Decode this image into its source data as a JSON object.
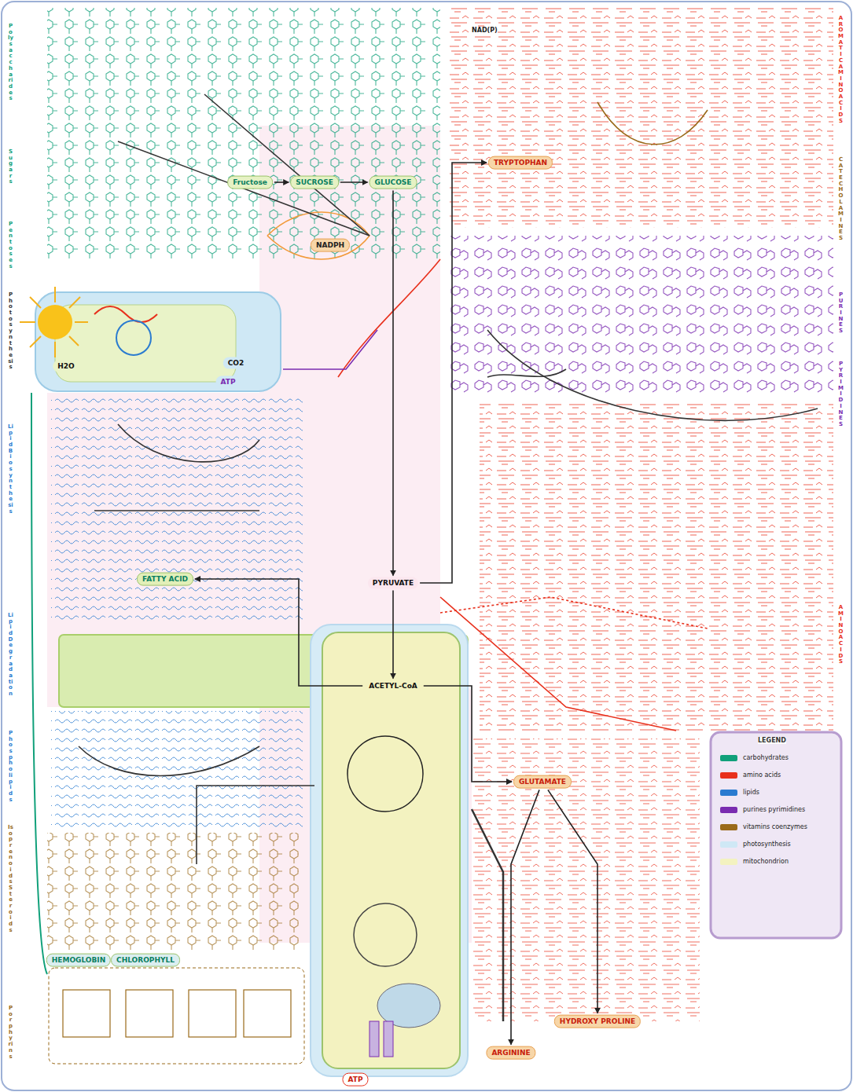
{
  "diagram": {
    "nodes": [
      {
        "text": [
          "Fructose"
        ]
      },
      {
        "text": [
          "SUCROSE"
        ]
      },
      {
        "text": [
          "GLUCOSE"
        ]
      },
      {
        "text": [
          "NADPH"
        ]
      },
      {
        "text": [
          "H2O"
        ]
      },
      {
        "text": [
          "CO2"
        ]
      },
      {
        "text": [
          "ATP"
        ]
      },
      {
        "text": [
          "FATTY ACID"
        ]
      },
      {
        "text": [
          "PYRUVATE"
        ]
      },
      {
        "text": [
          "ACETYL-CoA"
        ]
      },
      {
        "text": [
          "TRYPTOPHAN"
        ]
      },
      {
        "text": [
          "GLUTAMATE"
        ]
      },
      {
        "text": [
          "HYDROXY PROLINE"
        ]
      },
      {
        "text": [
          "ARGININE"
        ]
      },
      {
        "text": [
          "HEMOGLOBIN"
        ]
      },
      {
        "text": [
          "CHLOROPHYLL"
        ]
      },
      {
        "text": [
          "ATP"
        ]
      }
    ],
    "edges": [
      {
        "from": 0,
        "to": 1,
        "arrow": "to"
      },
      {
        "from": 1,
        "to": 2,
        "arrow": "to"
      },
      {
        "from": 2,
        "to": 8,
        "arrow": "to"
      },
      {
        "from": 8,
        "to": 9,
        "arrow": "to"
      },
      {
        "from": 9,
        "to": 7,
        "arrow": "to"
      },
      {
        "from": 9,
        "to": 11,
        "arrow": "to"
      },
      {
        "from": 11,
        "to": 13,
        "arrow": "to"
      },
      {
        "from": 11,
        "to": 12,
        "arrow": "to"
      },
      {
        "from": 8,
        "to": 10,
        "arrow": "to"
      }
    ],
    "labels": [
      "Polysaccharides",
      "Sugars",
      "Pentoses",
      "Photosynthesis",
      "Lipid Biosynthesis",
      "Lipid Degradation",
      "Phospholipids",
      "Isoprenoids Steroids",
      "Porphyrins",
      "AROMATIC AMINO ACIDS",
      "CATECHOLAMINES",
      "PURINES",
      "PYRIMIDINES",
      "AMINO ACIDS",
      "NAD(P)",
      "LEGEND"
    ],
    "legend": [
      {
        "text": "carbohydrates",
        "color": "#10a07a"
      },
      {
        "text": "amino acids",
        "color": "#e8301c"
      },
      {
        "text": "lipids",
        "color": "#2a7bd0"
      },
      {
        "text": "purines pyrimidines",
        "color": "#7a2cb0"
      },
      {
        "text": "vitamins coenzymes",
        "color": "#9a6a1a"
      },
      {
        "text": "photosynthesis",
        "color": "#cfe8f5"
      },
      {
        "text": "mitochondrion",
        "color": "#f3f2c0"
      }
    ]
  }
}
